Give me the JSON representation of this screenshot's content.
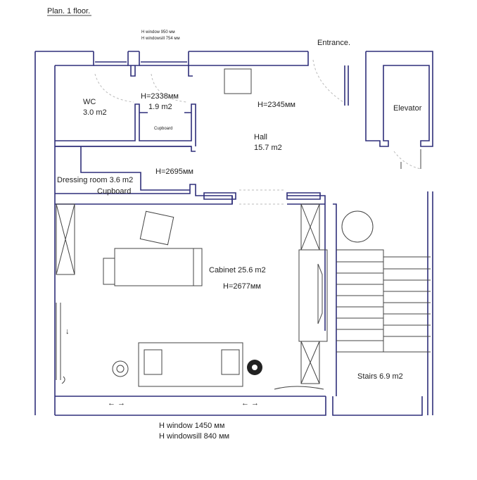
{
  "title": "Plan. 1 floor.",
  "top_window": {
    "height": "H window 950 мм",
    "sill": "H windowsill 754 мм"
  },
  "entrance": "Entrance.",
  "rooms": {
    "wc": {
      "name": "WC",
      "area": "3.0 m2"
    },
    "small_room": {
      "height": "H=2338мм",
      "area": "1.9 m2"
    },
    "cupboard_small": "Cupboard",
    "hall": {
      "name": "Hall",
      "area": "15.7 m2",
      "height": "H=2345мм"
    },
    "elevator": "Elevator",
    "dressing": {
      "name": "Dressing room 3.6 m2",
      "cupboard": "Cupboard",
      "height": "H=2695мм"
    },
    "cabinet": {
      "name": "Cabinet 25.6 m2",
      "height": "H=2677мм"
    },
    "stairs": "Stairs 6.9 m2"
  },
  "bottom_window": {
    "height": "H window 1450 мм",
    "sill": "H windowsill 840 мм"
  },
  "arrows": [
    "← →",
    "← →"
  ],
  "colors": {
    "wall": "#2f2f7a"
  }
}
